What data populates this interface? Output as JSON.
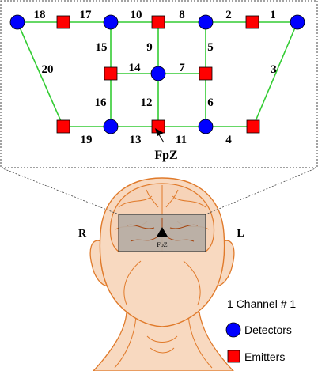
{
  "channels": [
    {
      "id": "ch-18",
      "label": "18"
    },
    {
      "id": "ch-17",
      "label": "17"
    },
    {
      "id": "ch-10",
      "label": "10"
    },
    {
      "id": "ch-8",
      "label": "8"
    },
    {
      "id": "ch-2",
      "label": "2"
    },
    {
      "id": "ch-1",
      "label": "1"
    },
    {
      "id": "ch-20",
      "label": "20"
    },
    {
      "id": "ch-15",
      "label": "15"
    },
    {
      "id": "ch-9",
      "label": "9"
    },
    {
      "id": "ch-5",
      "label": "5"
    },
    {
      "id": "ch-3",
      "label": "3"
    },
    {
      "id": "ch-14",
      "label": "14"
    },
    {
      "id": "ch-7",
      "label": "7"
    },
    {
      "id": "ch-16",
      "label": "16"
    },
    {
      "id": "ch-12",
      "label": "12"
    },
    {
      "id": "ch-6",
      "label": "6"
    },
    {
      "id": "ch-19",
      "label": "19"
    },
    {
      "id": "ch-13",
      "label": "13"
    },
    {
      "id": "ch-11",
      "label": "11"
    },
    {
      "id": "ch-4",
      "label": "4"
    }
  ],
  "reference_label": "FpZ",
  "head": {
    "right_label": "R",
    "left_label": "L",
    "fpz_label": "FpZ"
  },
  "legend": {
    "channel_text": "1 Channel # 1",
    "detectors_text": "Detectors",
    "emitters_text": "Emitters"
  },
  "colors": {
    "detector": "#0000ff",
    "emitter": "#ff0000",
    "connection": "#33cc33",
    "skin": "#f8d9c0",
    "skin_line": "#e07a2a",
    "patch": "#b5aca4"
  }
}
